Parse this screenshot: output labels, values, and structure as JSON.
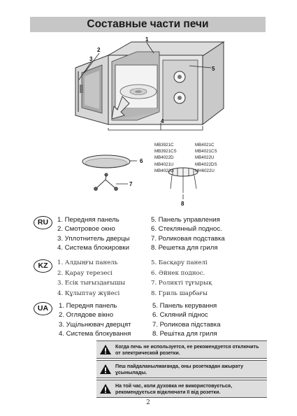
{
  "title": "Составные части печи",
  "figure": {
    "callouts": [
      "1",
      "2",
      "3",
      "4",
      "5",
      "6",
      "7",
      "8"
    ]
  },
  "models": [
    "MB3921C",
    "MB4021C",
    "MB3921CS",
    "MB4021CS",
    "MB4022D",
    "MB4022U",
    "MB4021U",
    "MB4022DS",
    "MB4022G",
    "MH6022U"
  ],
  "sections": [
    {
      "lang": "RU",
      "left": [
        "1. Передняя панель",
        "2. Смотровое окно",
        "3. Уплотнитель дверцы",
        "4. Система блокировки"
      ],
      "right": [
        "5. Панель управления",
        "6. Стеклянный поднос.",
        "7. Роликовая подставка",
        "8. Решетка для гриля"
      ]
    },
    {
      "lang": "KZ",
      "left": [
        "1. Алдыңғы панель",
        "2. Қарау терезесі",
        "3. Есік тығыздағышы",
        "4. Құлыптау жүйесі"
      ],
      "right": [
        "5. Басқару панелі",
        "6. Әйнек поднос.",
        "7. Роликті тұғырық",
        "8. Гриль шарбағы"
      ]
    },
    {
      "lang": "UA",
      "left": [
        "1. Передня панель",
        "2. Оглядове вікно",
        "3. Ущільнювач дверцят",
        "4. Система блокування"
      ],
      "right": [
        "5. Панель керування",
        "6. Скляний піднос",
        "7. Роликова підставка",
        "8. Решітка для гриля"
      ]
    }
  ],
  "warnings": [
    {
      "icon": "warning-icon",
      "text": "Когда печь не используется, ее рекомендуется отключить от электрической розетки."
    },
    {
      "icon": "warning-icon",
      "text": "Пеш пайдаланылмағанда, оны розеткадан ажырату ұсынылады."
    },
    {
      "icon": "warning-icon",
      "text": "На той час, коли духовка не використовується, рекомендується відключати її від розетки."
    }
  ],
  "page_number": "2",
  "colors": {
    "title_bg": "#c6c6c6",
    "warning_bg": "#dedede",
    "oven_body": "#d9d9d9"
  }
}
